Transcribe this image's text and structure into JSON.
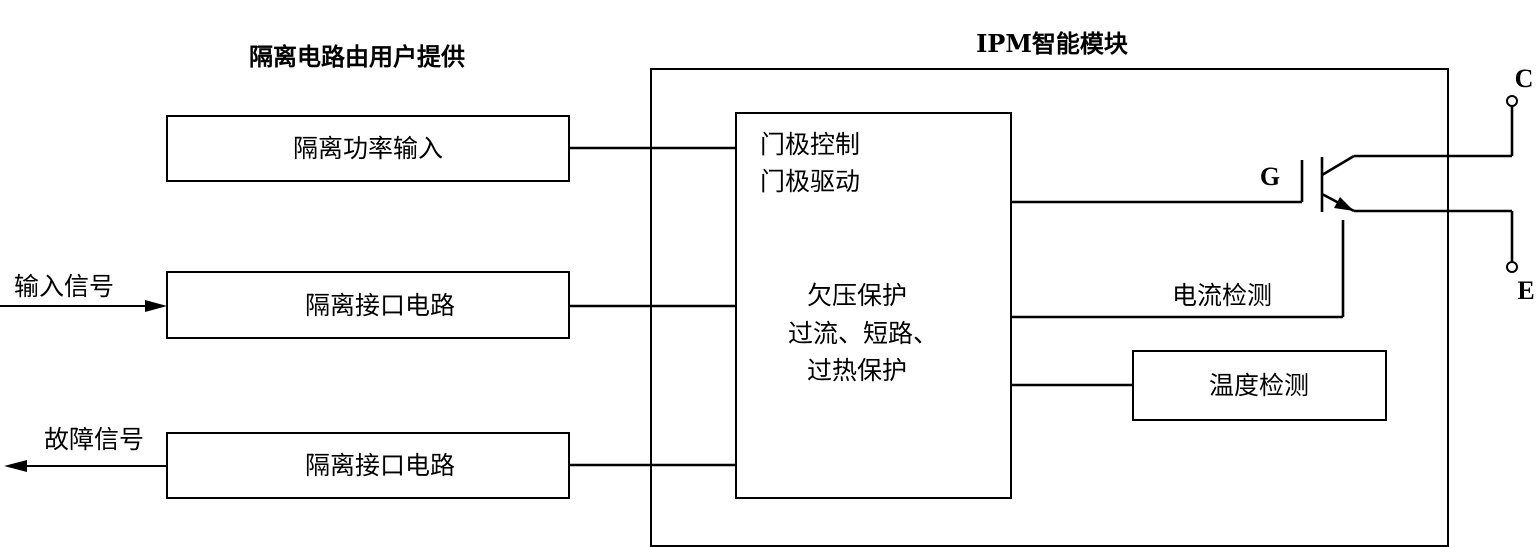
{
  "labels": {
    "isolation_note": "隔离电路由用户提供",
    "ipm_title": "IPM智能模块",
    "input_signal": "输入信号",
    "fault_signal": "故障信号",
    "current_detect": "电流检测"
  },
  "blocks": {
    "isolated_power_input": "隔离功率输入",
    "isolated_interface_in": "隔离接口电路",
    "isolated_interface_out": "隔离接口电路",
    "temp_detect": "温度检测"
  },
  "control_block": {
    "gate_control": "门极控制",
    "gate_drive": "门极驱动",
    "undervoltage": "欠压保护",
    "overcurrent_short": "过流、短路、",
    "overheat": "过热保护"
  },
  "terminals": {
    "collector": "C",
    "emitter": "E",
    "gate": "G"
  }
}
